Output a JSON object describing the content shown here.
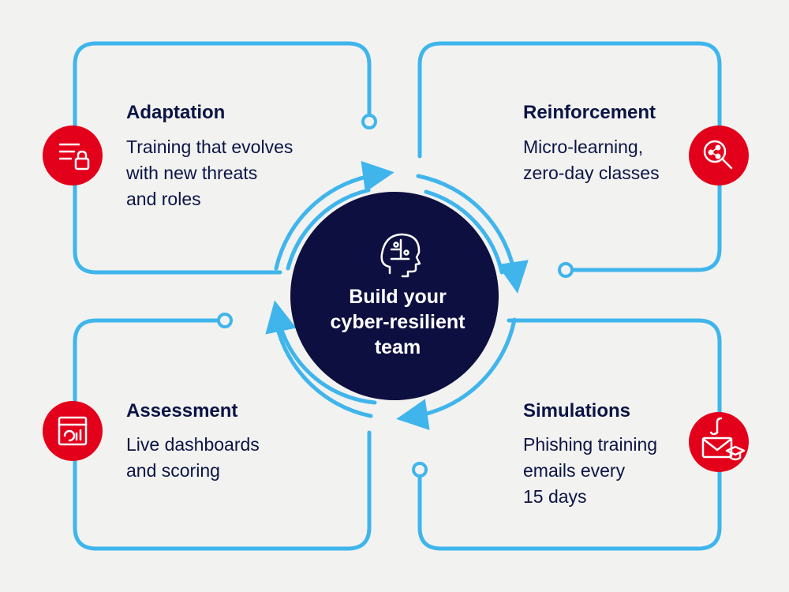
{
  "colors": {
    "background": "#f2f2f0",
    "line": "#3fb5ec",
    "center_fill": "#0c0f3f",
    "icon_badge": "#e3001b",
    "text": "#0c1445"
  },
  "center": {
    "title": "Build your\ncyber-resilient\nteam",
    "icon": "head-puzzle-icon"
  },
  "quadrants": {
    "adaptation": {
      "title": "Adaptation",
      "description": "Training that evolves\nwith new threats\nand roles",
      "icon": "list-lock-icon"
    },
    "reinforcement": {
      "title": "Reinforcement",
      "description": "Micro-learning,\nzero-day classes",
      "icon": "magnifier-share-icon"
    },
    "assessment": {
      "title": "Assessment",
      "description": "Live dashboards\nand scoring",
      "icon": "dashboard-chart-icon"
    },
    "simulations": {
      "title": "Simulations",
      "description": "Phishing training\nemails every\n15 days",
      "icon": "envelope-hook-icon"
    }
  }
}
